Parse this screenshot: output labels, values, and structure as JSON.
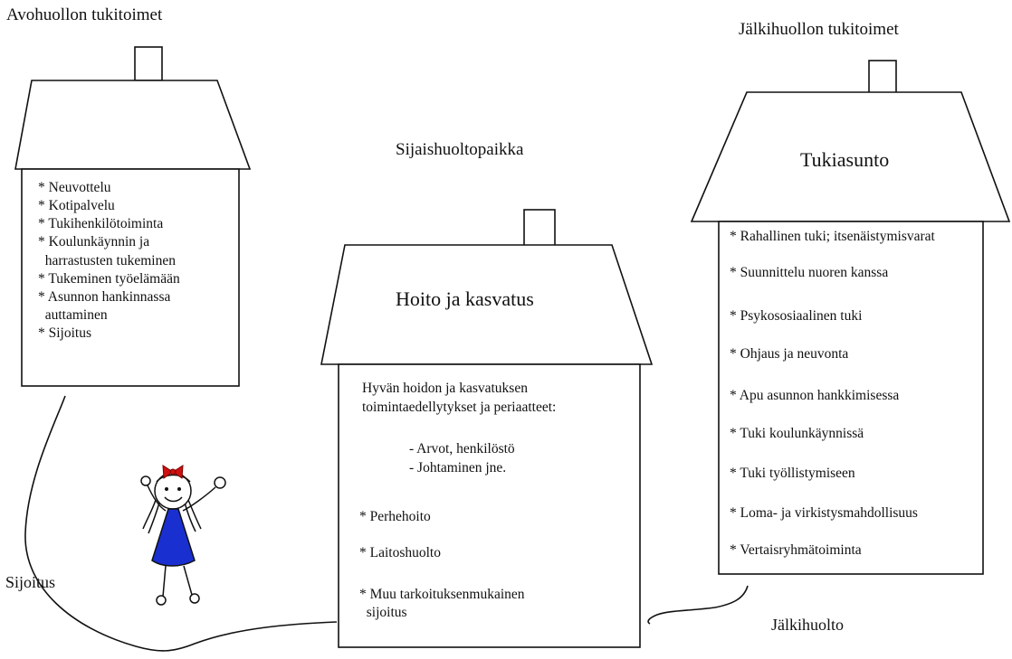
{
  "left_house": {
    "title": "Avohuollon tukitoimet",
    "items": [
      "* Neuvottelu",
      "* Kotipalvelu",
      "* Tukihenkilötoiminta",
      "* Koulunkäynnin ja",
      "  harrastusten tukeminen",
      "* Tukeminen työelämään",
      "* Asunnon hankinnassa",
      "  auttaminen",
      "* Sijoitus"
    ]
  },
  "middle_house": {
    "title": "Sijaishuoltopaikka",
    "roof_label": "Hoito ja kasvatus",
    "intro_line1": "Hyvän hoidon ja kasvatuksen",
    "intro_line2": "toimintaedellytykset ja periaatteet:",
    "sub_items": [
      "- Arvot, henkilöstö",
      "- Johtaminen jne."
    ],
    "items": [
      "* Perhehoito",
      "* Laitoshuolto",
      "* Muu tarkoituksenmukainen",
      "  sijoitus"
    ]
  },
  "right_house": {
    "title": "Jälkihuollon tukitoimet",
    "roof_label": "Tukiasunto",
    "items": [
      "* Rahallinen tuki; itsenäistymisvarat",
      "* Suunnittelu nuoren kanssa",
      "* Psykososiaalinen tuki",
      "* Ohjaus ja neuvonta",
      "* Apu asunnon hankkimisessa",
      "* Tuki koulunkäynnissä",
      "* Tuki työllistymiseen",
      "* Loma- ja virkistysmahdollisuus",
      "* Vertaisryhmätoiminta"
    ]
  },
  "paths": {
    "left_label": "Sijoitus",
    "right_label": "Jälkihuolto"
  },
  "colors": {
    "line": "#111111",
    "dress": "#1a2fd0",
    "bow": "#d01010"
  }
}
